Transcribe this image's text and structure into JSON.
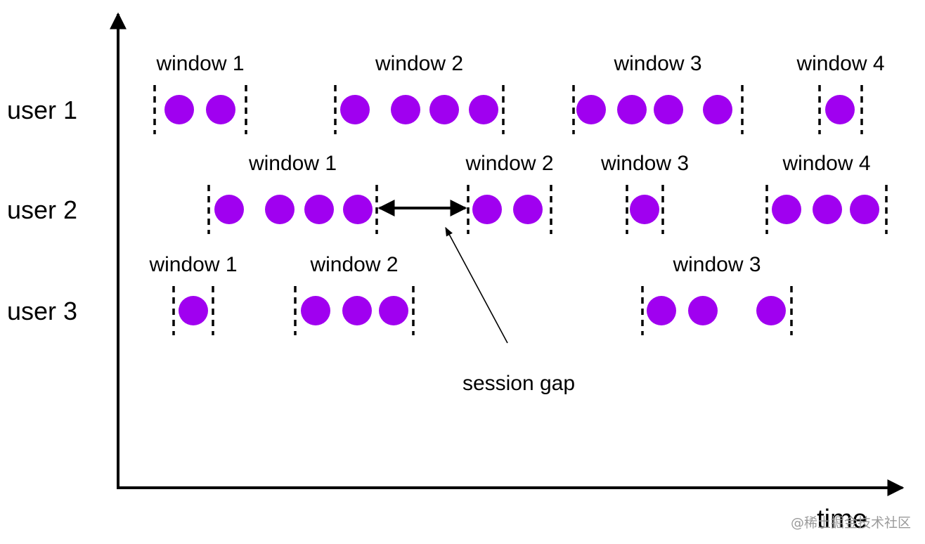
{
  "axes": {
    "x_label": "time"
  },
  "event_color": "#a000f0",
  "users": [
    {
      "label": "user 1",
      "windows": [
        {
          "label": "window 1",
          "start": 220,
          "end": 350,
          "events": [
            255,
            314
          ]
        },
        {
          "label": "window 2",
          "start": 477,
          "end": 716,
          "events": [
            505,
            577,
            632,
            688
          ]
        },
        {
          "label": "window 3",
          "start": 816,
          "end": 1056,
          "events": [
            841,
            899,
            951,
            1021
          ]
        },
        {
          "label": "window 4",
          "start": 1166,
          "end": 1226,
          "events": [
            1195
          ]
        }
      ]
    },
    {
      "label": "user 2",
      "windows": [
        {
          "label": "window 1",
          "start": 297,
          "end": 536,
          "events": [
            326,
            398,
            454,
            509
          ]
        },
        {
          "label": "window 2",
          "start": 666,
          "end": 784,
          "events": [
            693,
            751
          ]
        },
        {
          "label": "window 3",
          "start": 892,
          "end": 943,
          "events": [
            917
          ]
        },
        {
          "label": "window 4",
          "start": 1091,
          "end": 1261,
          "events": [
            1119,
            1177,
            1230
          ]
        }
      ]
    },
    {
      "label": "user 3",
      "windows": [
        {
          "label": "window 1",
          "start": 247,
          "end": 303,
          "events": [
            275
          ]
        },
        {
          "label": "window 2",
          "start": 420,
          "end": 588,
          "events": [
            449,
            508,
            560
          ]
        },
        {
          "label": "window 3",
          "start": 914,
          "end": 1126,
          "events": [
            941,
            1000,
            1097
          ]
        }
      ]
    }
  ],
  "annotation": {
    "label": "session gap",
    "user": 1,
    "from": 536,
    "to": 666
  },
  "watermark": "@稀土掘金技术社区"
}
